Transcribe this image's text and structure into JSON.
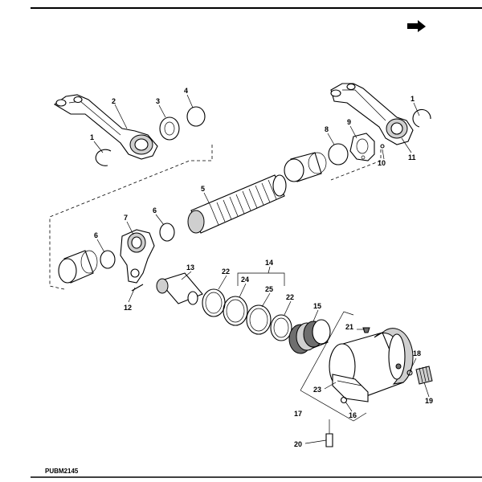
{
  "figure_id": "PUBM2145",
  "callouts": [
    {
      "id": "c1a",
      "text": "1"
    },
    {
      "id": "c2",
      "text": "2"
    },
    {
      "id": "c3",
      "text": "3"
    },
    {
      "id": "c4",
      "text": "4"
    },
    {
      "id": "c1b",
      "text": "1"
    },
    {
      "id": "c8",
      "text": "8"
    },
    {
      "id": "c9",
      "text": "9"
    },
    {
      "id": "c10",
      "text": "10"
    },
    {
      "id": "c11",
      "text": "11"
    },
    {
      "id": "c5",
      "text": "5"
    },
    {
      "id": "c7",
      "text": "7"
    },
    {
      "id": "c6a",
      "text": "6"
    },
    {
      "id": "c6b",
      "text": "6"
    },
    {
      "id": "c12",
      "text": "12"
    },
    {
      "id": "c13",
      "text": "13"
    },
    {
      "id": "c14",
      "text": "14"
    },
    {
      "id": "c22a",
      "text": "22"
    },
    {
      "id": "c24",
      "text": "24"
    },
    {
      "id": "c25",
      "text": "25"
    },
    {
      "id": "c22b",
      "text": "22"
    },
    {
      "id": "c15",
      "text": "15"
    },
    {
      "id": "c21",
      "text": "21"
    },
    {
      "id": "c18",
      "text": "18"
    },
    {
      "id": "c19",
      "text": "19"
    },
    {
      "id": "c23",
      "text": "23"
    },
    {
      "id": "c16",
      "text": "16"
    },
    {
      "id": "c17",
      "text": "17"
    },
    {
      "id": "c20",
      "text": "20"
    }
  ]
}
